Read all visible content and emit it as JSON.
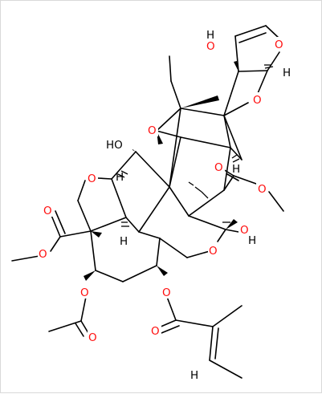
{
  "diagram": {
    "type": "skeletal-formula",
    "colors": {
      "bond": "#000000",
      "oxygen": "#ff0d0d",
      "hydrogen": "#000000",
      "background": "#ffffff"
    },
    "labels": {
      "O": "O",
      "H": "H",
      "HO": "HO",
      "OH": "OH"
    }
  }
}
